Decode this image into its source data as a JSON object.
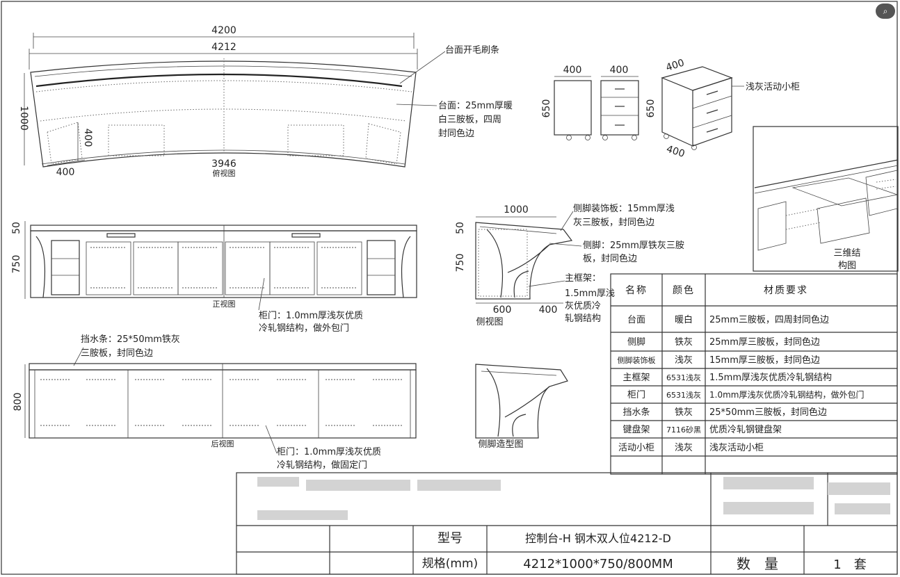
{
  "top_view": {
    "dims": [
      "4200",
      "4212",
      "1000",
      "400",
      "400",
      "3946"
    ],
    "caption": "俯视图",
    "notes": [
      "台面开毛刷条",
      "台面：25mm厚暖",
      "白三胺板，四周",
      "封同色边"
    ]
  },
  "cabinet": {
    "dims": [
      "400",
      "400",
      "400",
      "650",
      "650",
      "400"
    ],
    "note": "浅灰活动小柜"
  },
  "iso_view": {
    "caption": [
      "三维结",
      "构图"
    ]
  },
  "front_view": {
    "dims": [
      "50",
      "750"
    ],
    "caption": "正视图",
    "notes": [
      "柜门：1.0mm厚浅灰优质",
      "冷轧钢结构，做外包门"
    ]
  },
  "side_view": {
    "dims": [
      "1000",
      "50",
      "750",
      "600",
      "400"
    ],
    "caption": "侧视图",
    "notes": [
      "侧脚装饰板：15mm厚浅",
      "灰三胺板，封同色边",
      "侧脚：25mm厚铁灰三胺",
      "板，封同色边",
      "主框架：",
      "1.5mm厚浅",
      "灰优质冷",
      "轧钢结构"
    ]
  },
  "back_view": {
    "dims": [
      "800"
    ],
    "caption": "后视图",
    "notes": [
      "挡水条：25*50mm铁灰",
      "三胺板，封同色边",
      "柜门：1.0mm厚浅灰优质",
      "冷轧钢结构，做固定门"
    ]
  },
  "leg_view": {
    "caption": "侧脚造型图"
  },
  "materials": {
    "headers": [
      "名称",
      "颜色",
      "材质要求"
    ],
    "rows": [
      [
        "台面",
        "暖白",
        "25mm三胺板，四周封同色边"
      ],
      [
        "侧脚",
        "铁灰",
        "25mm厚三胺板，封同色边"
      ],
      [
        "侧脚装饰板",
        "浅灰",
        "15mm厚三胺板，封同色边"
      ],
      [
        "主框架",
        "6531浅灰",
        "1.5mm厚浅灰优质冷轧钢结构"
      ],
      [
        "柜门",
        "6531浅灰",
        "1.0mm厚浅灰优质冷轧钢结构，做外包门"
      ],
      [
        "挡水条",
        "铁灰",
        "25*50mm三胺板，封同色边"
      ],
      [
        "键盘架",
        "7116砂黑",
        "优质冷轧钢键盘架"
      ],
      [
        "活动小柜",
        "浅灰",
        "浅灰活动小柜"
      ]
    ]
  },
  "title_block": {
    "model_label": "型号",
    "model_value": "控制台-H 钢木双人位4212-D",
    "spec_label": "规格(mm)",
    "spec_value": "4212*1000*750/800MM",
    "qty_label": "数　量",
    "qty_value": "1　套"
  },
  "toolbar": {
    "zoom_icon_glyph": "⌕"
  }
}
